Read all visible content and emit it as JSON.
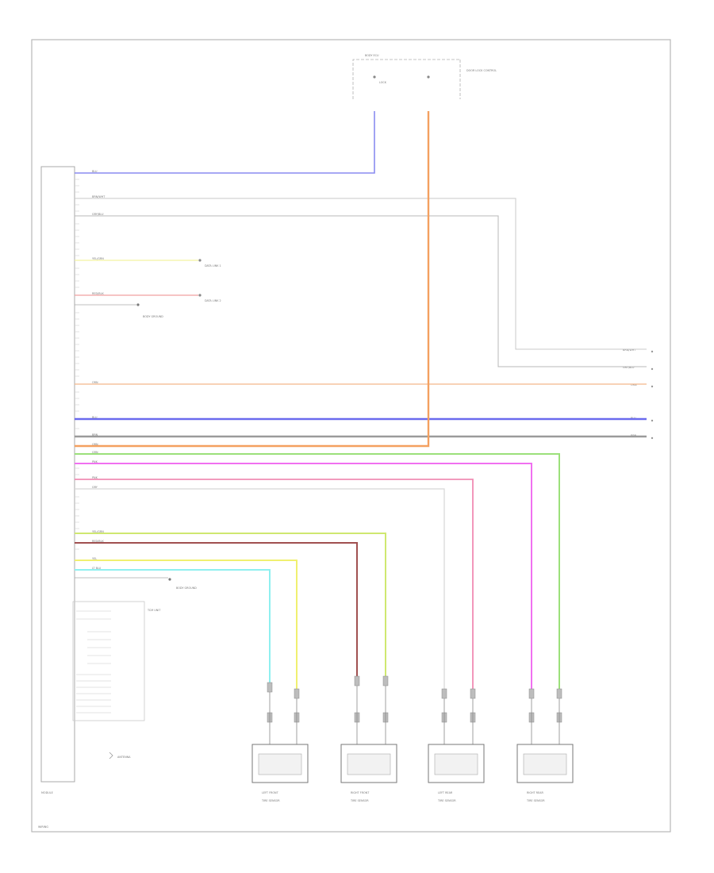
{
  "diagram": {
    "module_label": "MODULE",
    "page_footer": "WIRING",
    "top_connector": {
      "label": "BODY ECU",
      "note": "DOOR LOCK CONTROL",
      "ground_label": "LOCK"
    },
    "ground_labels": [
      "BODY GROUND",
      "BODY GROUND"
    ],
    "data_link_labels": [
      "DATA LINK 1",
      "DATA LINK 2"
    ],
    "sub_block_label": "TCM UNIT",
    "antenna_label": "ANTENNA",
    "right_edge_labels": [
      "BRN/WHT",
      "GRY/BLU",
      "ORN",
      "BLU",
      "BRN"
    ],
    "sensors": [
      {
        "label": "LEFT FRONT",
        "sub": "TIRE SENSOR"
      },
      {
        "label": "RIGHT FRONT",
        "sub": "TIRE SENSOR"
      },
      {
        "label": "LEFT REAR",
        "sub": "TIRE SENSOR"
      },
      {
        "label": "RIGHT REAR",
        "sub": "TIRE SENSOR"
      }
    ],
    "wires": [
      {
        "color": "#8a8cf0",
        "label": "BLU"
      },
      {
        "color": "#c8c8c8",
        "label": "BRN/WHT"
      },
      {
        "color": "#b8b8b8",
        "label": "GRY/BLU"
      },
      {
        "color": "#f3f3a0",
        "label": "YEL/GRN"
      },
      {
        "color": "#f0a0a0",
        "label": "RED/BLK"
      },
      {
        "color": "#f4b88a",
        "label": "ORN"
      },
      {
        "color": "#6a6aee",
        "label": "BLU"
      },
      {
        "color": "#9a9a9a",
        "label": "BRN"
      },
      {
        "color": "#f4a060",
        "label": "ORN"
      },
      {
        "color": "#9be07a",
        "label": "GRN"
      },
      {
        "color": "#f070f0",
        "label": "PNK"
      },
      {
        "color": "#f08cb4",
        "label": "PNK"
      },
      {
        "color": "#d6d6d6",
        "label": "GRY"
      },
      {
        "color": "#cfe870",
        "label": "YEL/GRN"
      },
      {
        "color": "#a05050",
        "label": "RED/BLK"
      },
      {
        "color": "#f0f070",
        "label": "YEL"
      },
      {
        "color": "#8ef0f0",
        "label": "LT BLU"
      }
    ]
  }
}
